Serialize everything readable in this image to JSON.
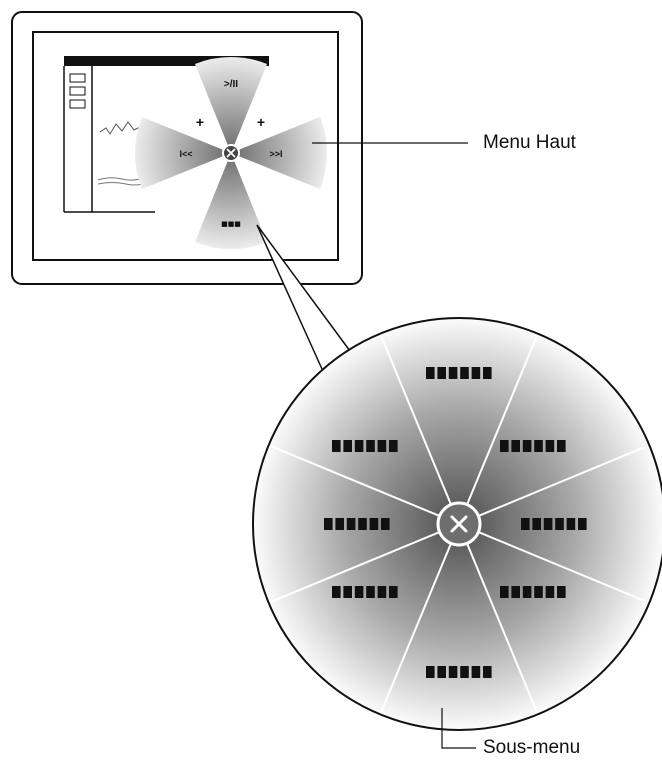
{
  "labels": {
    "top_menu": "Menu Haut",
    "submenu": "Sous-menu"
  },
  "radial_menu": {
    "center_icon": "close-x-icon",
    "items": [
      {
        "name": "top",
        "glyph": ">/II",
        "icon": "play-pause-icon"
      },
      {
        "name": "right",
        "glyph": ">>I",
        "icon": "skip-next-icon"
      },
      {
        "name": "bottom",
        "glyph": "■■■",
        "icon": "submenu-more-icon"
      },
      {
        "name": "left",
        "glyph": "I<<",
        "icon": "skip-previous-icon"
      }
    ],
    "volume_up_glyph": "+",
    "volume_up_glyph_2": "+"
  },
  "submenu": {
    "center_icon": "close-x-icon",
    "slot_count": 8,
    "slot_placeholder": "■■■■■■"
  },
  "colors": {
    "outline": "#111111",
    "segment_dark": "#8a8a8a",
    "segment_light": "#ffffff"
  }
}
